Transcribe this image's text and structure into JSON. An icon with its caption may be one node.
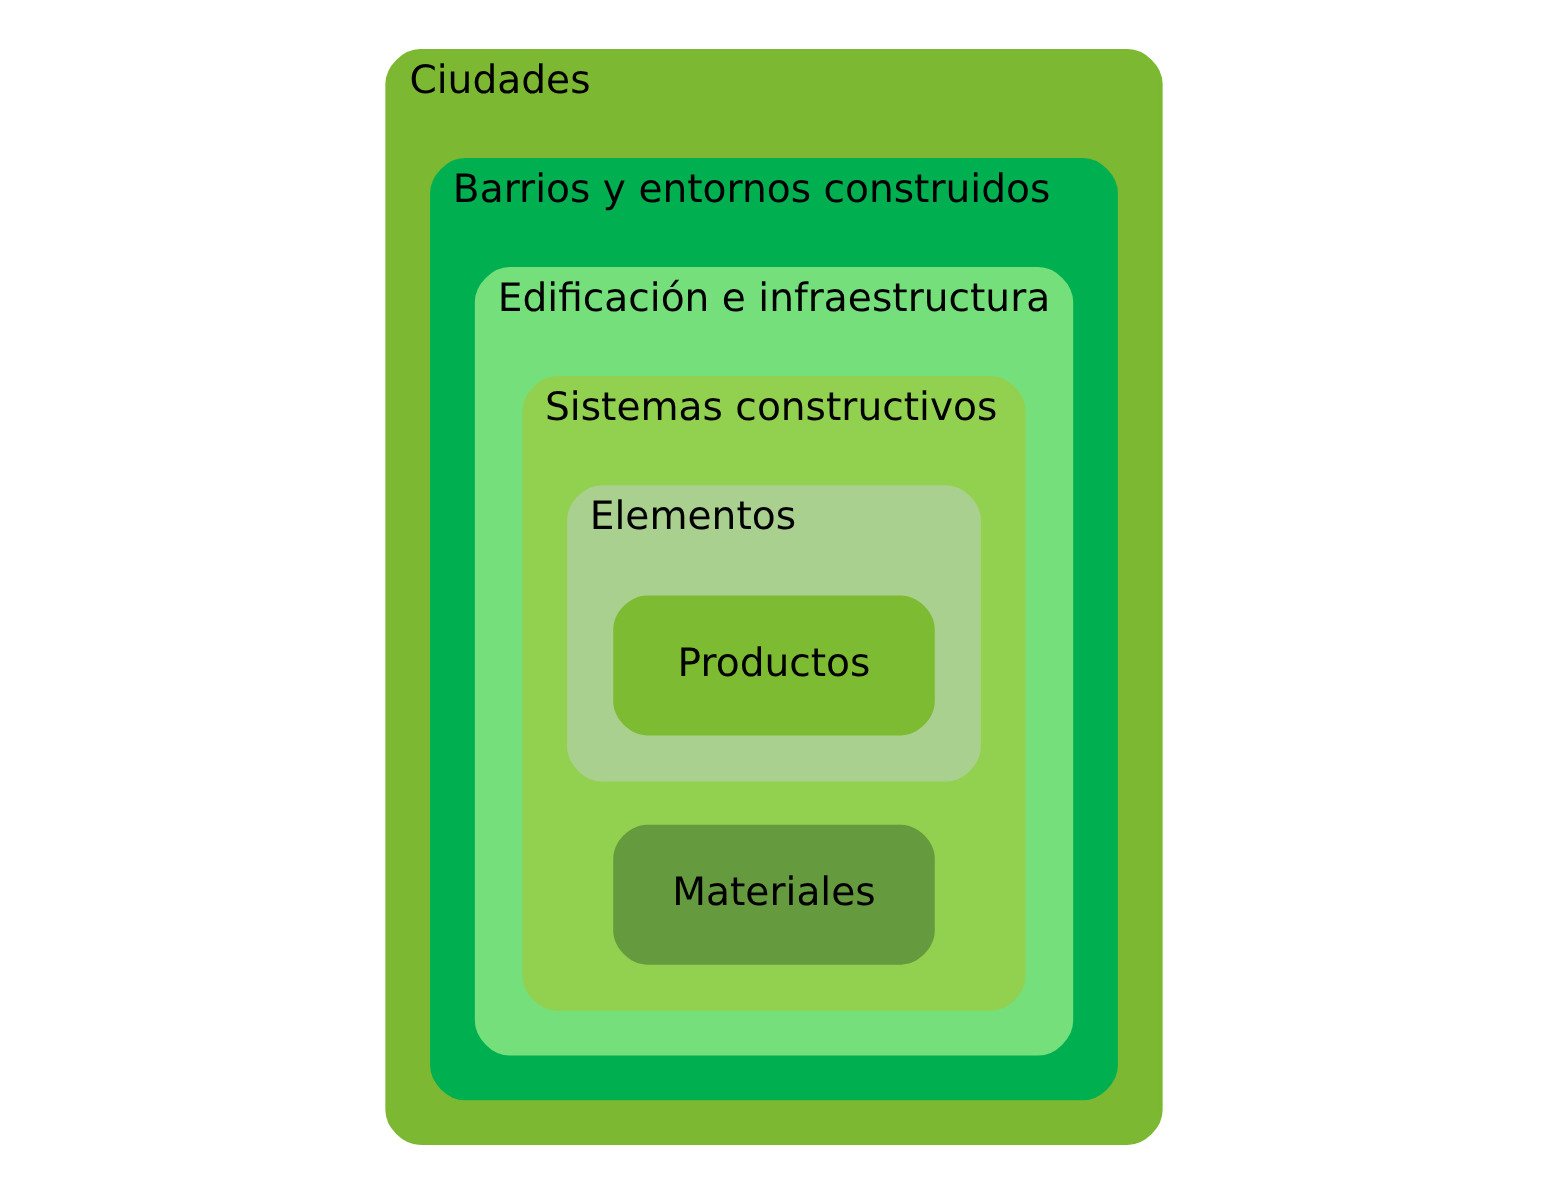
{
  "diagram": {
    "nodes": [
      {
        "text": [
          "Ciudades"
        ]
      },
      {
        "text": [
          "Barrios y entornos construidos"
        ],
        "in": 0
      },
      {
        "text": [
          "Edificación e infraestructura"
        ],
        "in": 1
      },
      {
        "text": [
          "Sistemas constructivos"
        ],
        "in": 2
      },
      {
        "text": [
          "Elementos"
        ],
        "in": 3
      },
      {
        "text": [
          "Productos"
        ],
        "in": 4
      },
      {
        "text": [
          "Materiales"
        ],
        "in": 3
      }
    ]
  }
}
